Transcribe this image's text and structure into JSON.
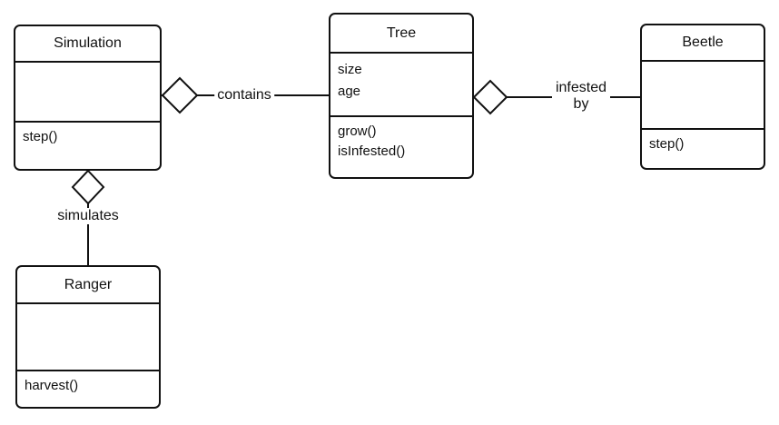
{
  "diagram": {
    "kind": "uml-class-diagram",
    "background_color": "#ffffff",
    "line_color": "#111111"
  },
  "classes": [
    {
      "name": "Simulation",
      "attributes": [],
      "methods": [
        "step()"
      ]
    },
    {
      "name": "Tree",
      "attributes": [
        "size",
        "age"
      ],
      "methods": [
        "grow()",
        "isInfested()"
      ]
    },
    {
      "name": "Beetle",
      "attributes": [],
      "methods": [
        "step()"
      ]
    },
    {
      "name": "Ranger",
      "attributes": [],
      "methods": [
        "harvest()"
      ]
    }
  ],
  "relationships": [
    {
      "label": "contains",
      "from": "Simulation",
      "to": "Tree",
      "type": "aggregation",
      "diamond_at": "Simulation"
    },
    {
      "label": "infested by",
      "from": "Tree",
      "to": "Beetle",
      "type": "aggregation",
      "diamond_at": "Tree"
    },
    {
      "label": "simulates",
      "from": "Simulation",
      "to": "Ranger",
      "type": "aggregation",
      "diamond_at": "Simulation"
    }
  ]
}
